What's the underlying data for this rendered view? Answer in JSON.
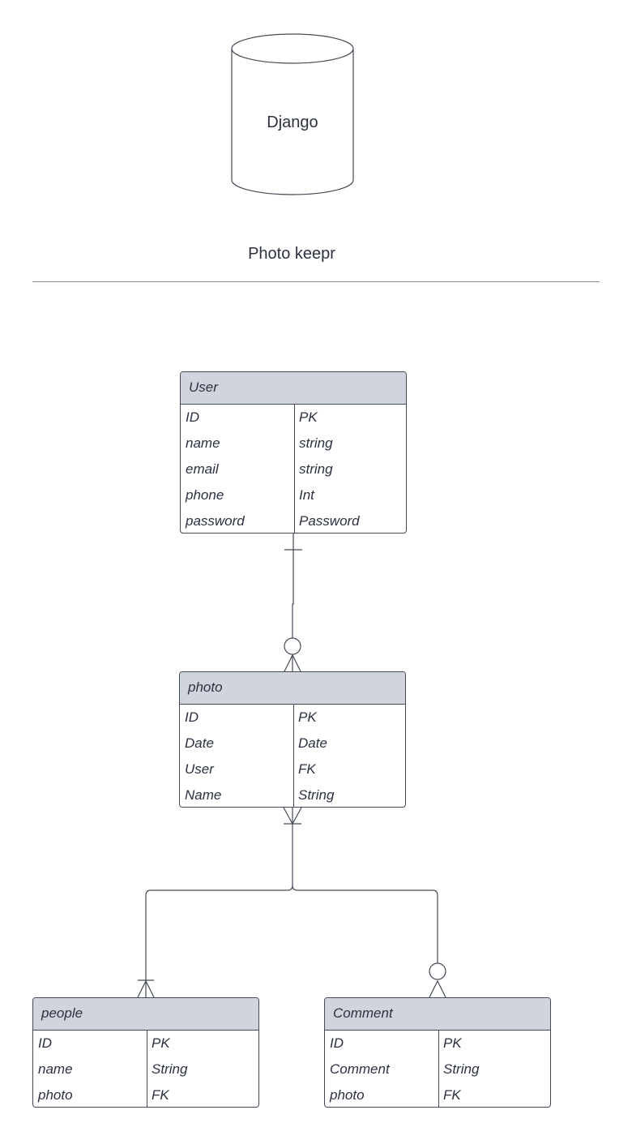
{
  "cylinder": {
    "label": "Django"
  },
  "subtitle": "Photo keepr",
  "entities": {
    "user": {
      "title": "User",
      "rows": [
        {
          "field": "ID",
          "type": "PK"
        },
        {
          "field": "name",
          "type": "string"
        },
        {
          "field": "email",
          "type": "string"
        },
        {
          "field": "phone",
          "type": "Int"
        },
        {
          "field": "password",
          "type": "Password"
        }
      ]
    },
    "photo": {
      "title": "photo",
      "rows": [
        {
          "field": "ID",
          "type": "PK"
        },
        {
          "field": "Date",
          "type": "Date"
        },
        {
          "field": "User",
          "type": "FK"
        },
        {
          "field": "Name",
          "type": "String"
        }
      ]
    },
    "people": {
      "title": "people",
      "rows": [
        {
          "field": "ID",
          "type": "PK"
        },
        {
          "field": "name",
          "type": "String"
        },
        {
          "field": "photo",
          "type": "FK"
        }
      ]
    },
    "comment": {
      "title": "Comment",
      "rows": [
        {
          "field": "ID",
          "type": "PK"
        },
        {
          "field": "Comment",
          "type": "String"
        },
        {
          "field": "photo",
          "type": "FK"
        }
      ]
    }
  }
}
